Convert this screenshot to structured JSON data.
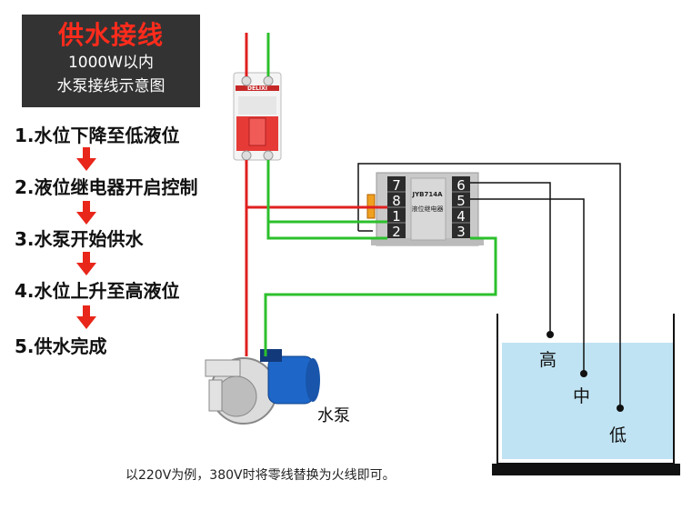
{
  "title": {
    "main": "供水接线",
    "line1": "1000W以内",
    "line2": "水泵接线示意图"
  },
  "steps": [
    "1.水位下降至低液位",
    "2.液位继电器开启控制",
    "3.水泵开始供水",
    "4.水位上升至高液位",
    "5.供水完成"
  ],
  "breaker": {
    "brand": "DELIXI"
  },
  "relay": {
    "model": "JYB714A",
    "name": "液位继电器",
    "terminals_left": [
      "7",
      "8",
      "1",
      "2"
    ],
    "terminals_right": [
      "6",
      "5",
      "4",
      "3"
    ]
  },
  "pump_label": "水泵",
  "tank_levels": {
    "high": "高",
    "mid": "中",
    "low": "低"
  },
  "note": "以220V为例，380V时将零线替换为火线即可。",
  "colors": {
    "live_wire": "#e02020",
    "neutral_wire": "#2cc02c",
    "signal_wire": "#111111",
    "arrow": "#e8261a",
    "water": "#bfe3f3",
    "breaker_red": "#e63a36"
  }
}
